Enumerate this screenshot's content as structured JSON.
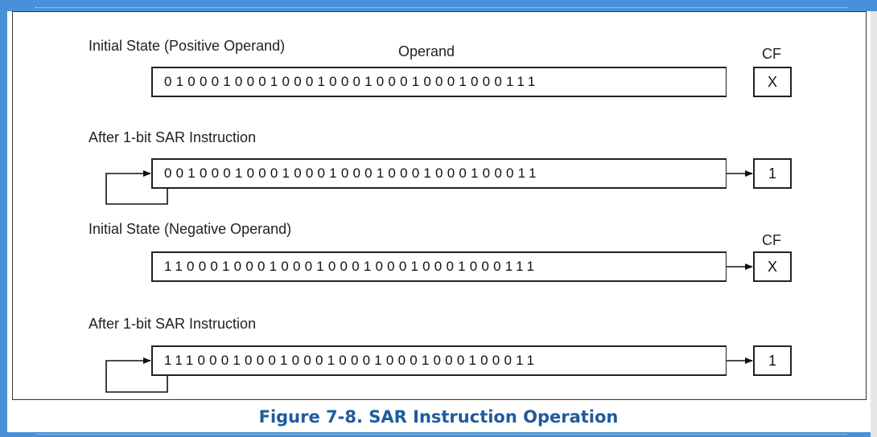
{
  "figure": {
    "caption": "Figure 7-8.  SAR Instruction Operation",
    "operand_label": "Operand",
    "cf_label": "CF",
    "rows": [
      {
        "label": "Initial State (Positive Operand)",
        "bits": "01000100010001000100010001000111",
        "cf": "X"
      },
      {
        "label": "After 1-bit SAR Instruction",
        "bits": "00100010001000100010001000100011",
        "cf": "1"
      },
      {
        "label": "Initial State (Negative Operand)",
        "bits": "11000100010001000100010001000111",
        "cf": "X"
      },
      {
        "label": "After 1-bit SAR Instruction",
        "bits": "11100010001000100010001000100011",
        "cf": "1"
      }
    ]
  },
  "colors": {
    "border_accent": "#4a90d9",
    "caption": "#1f5b9e"
  }
}
